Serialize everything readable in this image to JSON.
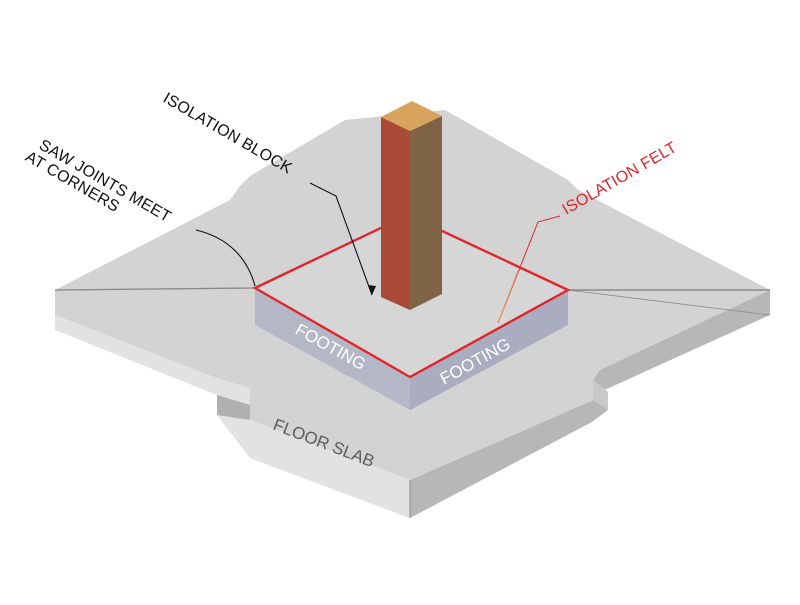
{
  "labels": {
    "saw_joints_line1": "SAW JOINTS MEET",
    "saw_joints_line2": "AT CORNERS",
    "isolation_block": "ISOLATION BLOCK",
    "isolation_felt": "ISOLATION FELT",
    "footing_left": "FOOTING",
    "footing_right": "FOOTING",
    "floor_slab": "FLOOR SLAB"
  },
  "colors": {
    "slab_top": "#d3d3d3",
    "slab_left_edge": "#e4e4e4",
    "slab_right_edge": "#b9b9b9",
    "footing_face": "#b4b7c6",
    "isolation_felt": "#e0262b",
    "column_front": "#a84a36",
    "column_side": "#7e6444",
    "column_top": "#d6a45c"
  }
}
